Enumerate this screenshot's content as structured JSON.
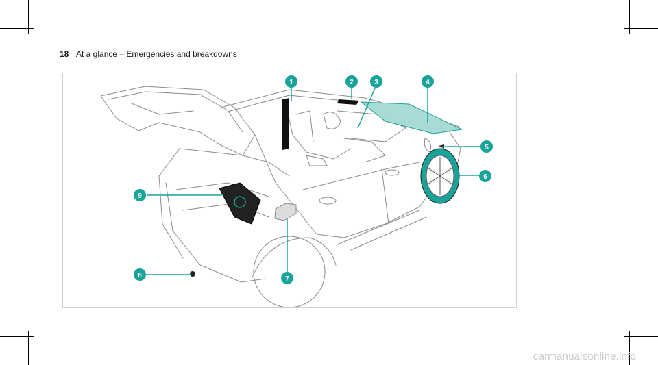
{
  "header": {
    "page_number": "18",
    "title": "At a glance – Emergencies and breakdowns"
  },
  "figure": {
    "callouts": [
      "1",
      "2",
      "3",
      "4",
      "5",
      "6",
      "7",
      "8",
      "9"
    ]
  },
  "colors": {
    "accent": "#1aa39a",
    "line": "#8a8a8a",
    "rule": "#8cc9c6"
  },
  "watermark": "carmanualsonline.info"
}
